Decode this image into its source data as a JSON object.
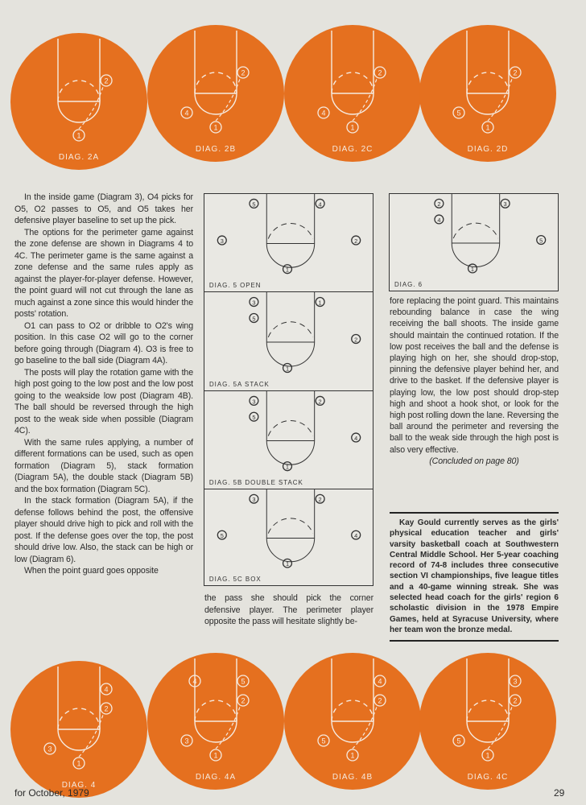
{
  "colors": {
    "orange": "#e5701f",
    "paper": "#e4e3dd",
    "ink": "#2a2a2a"
  },
  "top_diagrams": [
    {
      "label": "DIAG. 2A",
      "players": [
        "1",
        "2"
      ]
    },
    {
      "label": "DIAG. 2B",
      "players": [
        "1",
        "2",
        "4"
      ]
    },
    {
      "label": "DIAG. 2C",
      "players": [
        "1",
        "2",
        "4"
      ]
    },
    {
      "label": "DIAG. 2D",
      "players": [
        "1",
        "2",
        "5"
      ]
    }
  ],
  "bottom_diagrams": [
    {
      "label": "DIAG. 4",
      "players": [
        "1",
        "2",
        "3",
        "4"
      ]
    },
    {
      "label": "DIAG. 4A",
      "players": [
        "1",
        "2",
        "3",
        "5",
        "4"
      ]
    },
    {
      "label": "DIAG. 4B",
      "players": [
        "1",
        "2",
        "5",
        "4"
      ]
    },
    {
      "label": "DIAG. 4C",
      "players": [
        "1",
        "2",
        "5",
        "3"
      ]
    }
  ],
  "formation_diagrams": [
    {
      "label": "DIAG. 5",
      "caption": "OPEN",
      "players": [
        "5",
        "4",
        "3",
        "2",
        "1"
      ]
    },
    {
      "label": "DIAG. 5A",
      "caption": "STACK",
      "players": [
        "3",
        "5",
        "1",
        "2",
        "1"
      ]
    },
    {
      "label": "DIAG. 5B",
      "caption": "DOUBLE STACK",
      "players": [
        "3",
        "5",
        "2",
        "4",
        "1"
      ]
    },
    {
      "label": "DIAG. 5C",
      "caption": "BOX",
      "players": [
        "3",
        "2",
        "5",
        "4",
        "1"
      ]
    },
    {
      "label": "DIAG. 6",
      "caption": "",
      "players": [
        "2",
        "4",
        "3",
        "5",
        "1"
      ]
    }
  ],
  "article": {
    "left": [
      "In the inside game (Diagram 3), O4 picks for O5, O2 passes to O5, and O5 takes her defensive player baseline to set up the pick.",
      "The options for the perimeter game against the zone defense are shown in Diagrams 4 to 4C. The perimeter game is the same against a zone defense and the same rules apply as against the player-for-player defense. However, the point guard will not cut through the lane as much against a zone since this would hinder the posts' rotation.",
      "O1 can pass to O2 or dribble to O2's wing position. In this case O2 will go to the corner before going through (Diagram 4). O3 is free to go baseline to the ball side (Diagram 4A).",
      "The posts will play the rotation game with the high post going to the low post and the low post going to the weakside low post (Diagram 4B). The ball should be reversed through the high post to the weak side when possible (Diagram 4C).",
      "With the same rules applying, a number of different formations can be used, such as open formation (Diagram 5), stack formation (Diagram 5A), the double stack (Diagram 5B) and the box formation (Diagram 5C).",
      "In the stack formation (Diagram 5A), if the defense follows behind the post, the offensive player should drive high to pick and roll with the post. If the defense goes over the top, the post should drive low. Also, the stack can be high or low (Diagram 6).",
      "When the point guard goes opposite"
    ],
    "middle": "the pass she should pick the corner defensive player. The perimeter player opposite the pass will hesitate slightly be-",
    "right": "fore replacing the point guard. This maintains rebounding balance in case the wing receiving the ball shoots. The inside game should maintain the continued rotation. If the low post receives the ball and the defense is playing high on her, she should drop-stop, pinning the defensive player behind her, and drive to the basket. If the defensive player is playing low, the low post should drop-step high and shoot a hook shot, or look for the high post rolling down the lane. Reversing the ball around the perimeter and reversing the ball to the weak side through the high post is also very effective.",
    "continued": "(Concluded on page 80)"
  },
  "bio": "Kay Gould currently serves as the girls' physical education teacher and girls' varsity basketball coach at Southwestern Central Middle School. Her 5-year coaching record of 74-8 includes three consecutive section VI championships, five league titles and a 40-game winning streak. She was selected head coach for the girls' region 6 scholastic division in the 1978 Empire Games, held at Syracuse University, where her team won the bronze medal.",
  "footer": {
    "issue": "for October, 1979",
    "page": "29"
  }
}
